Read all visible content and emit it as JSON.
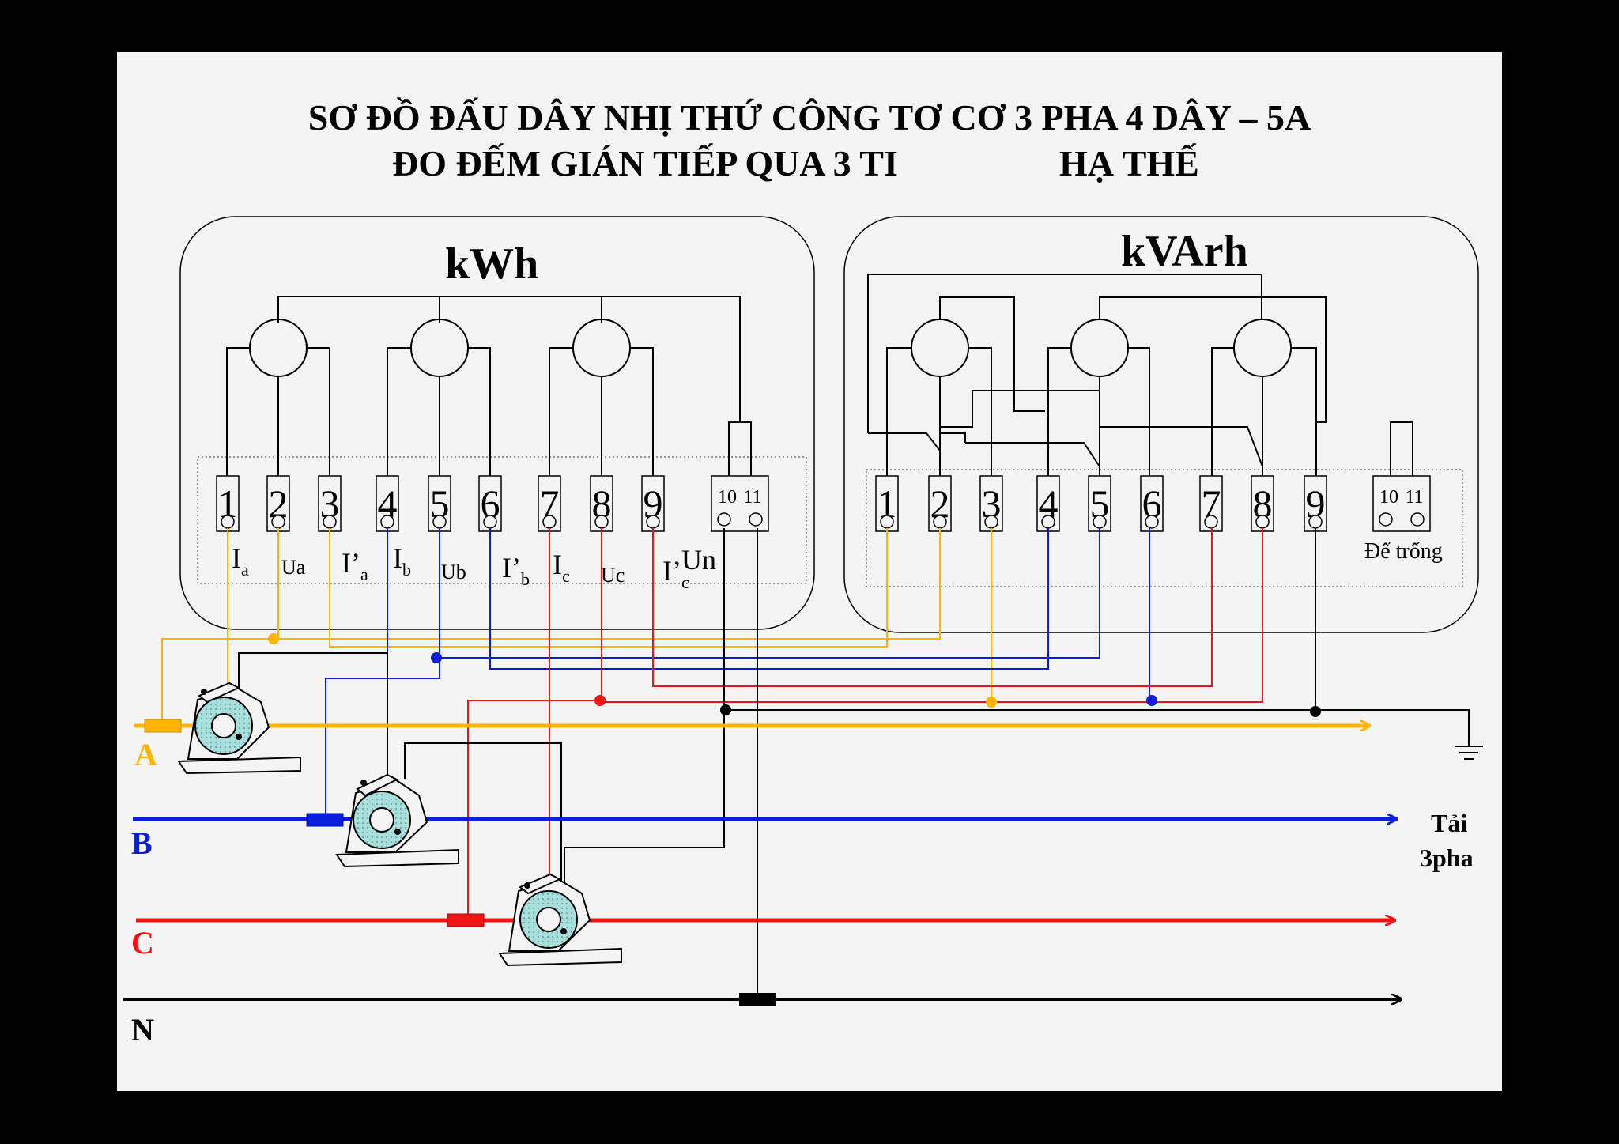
{
  "title": {
    "line1": "SƠ ĐỒ ĐẤU DÂY NHỊ THỨ CÔNG TƠ CƠ 3 PHA 4 DÂY – 5A",
    "line2_left": "ĐO ĐẾM GIÁN TIẾP QUA 3 TI",
    "line2_right": "HẠ THẾ"
  },
  "meter_kwh": {
    "label": "kWh",
    "terminals": [
      "1",
      "2",
      "3",
      "4",
      "5",
      "6",
      "7",
      "8",
      "9"
    ],
    "aux_terminals": [
      "10",
      "11"
    ],
    "signals": {
      "ia": {
        "main": "I",
        "sub": "a"
      },
      "ua": "Ua",
      "ia_out": {
        "main": "I’",
        "sub": "a"
      },
      "ib": {
        "main": "I",
        "sub": "b"
      },
      "ub": "Ub",
      "ib_out": {
        "main": "I’",
        "sub": "b"
      },
      "ic": {
        "main": "I",
        "sub": "c"
      },
      "uc": "Uc",
      "ic_out": {
        "main": "I’",
        "sub": "c"
      },
      "un": "Un"
    }
  },
  "meter_kvarh": {
    "label": "kVArh",
    "terminals": [
      "1",
      "2",
      "3",
      "4",
      "5",
      "6",
      "7",
      "8",
      "9"
    ],
    "aux_terminals": [
      "10",
      "11"
    ],
    "aux_note": "Để trống"
  },
  "lines": {
    "a": "A",
    "b": "B",
    "c": "C",
    "n": "N"
  },
  "load": {
    "line1": "Tải",
    "line2": "3pha"
  },
  "colors": {
    "phase_a": "#FFB400",
    "phase_b": "#0A1EDC",
    "phase_c": "#F01414",
    "neutral": "#000000",
    "background": "#F4F4F4",
    "ct_fill": "#9FD9D6"
  }
}
